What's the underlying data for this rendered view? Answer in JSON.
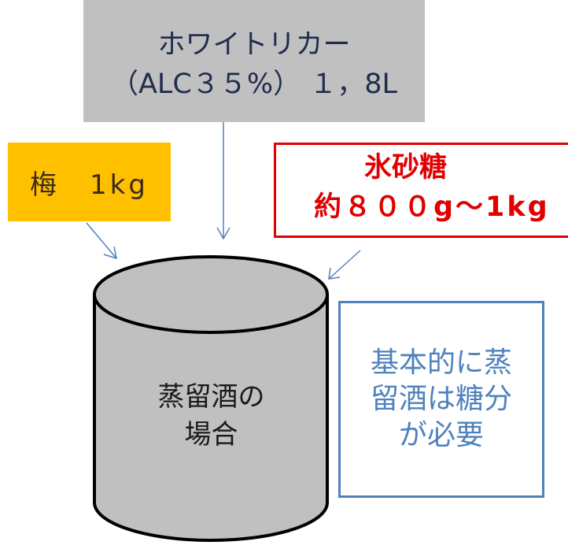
{
  "liquor": {
    "line1": "ホワイトリカー",
    "line2": "（ALC３５%） １，8L",
    "fill_color": "#c0c0c0"
  },
  "ume": {
    "label": "梅　1kg",
    "fill_color": "#ffc000"
  },
  "sugar": {
    "title": "氷砂糖",
    "amount": "約８００g～1kg",
    "color": "#e00000"
  },
  "vessel": {
    "line1": "蒸留酒の",
    "line2": "場合",
    "fill_color": "#c0c0c0"
  },
  "note": {
    "line1": "基本的に蒸",
    "line2": "留酒は糖分",
    "line3": "が必要",
    "color": "#4f81bd"
  },
  "arrow_color": "#4f81bd"
}
